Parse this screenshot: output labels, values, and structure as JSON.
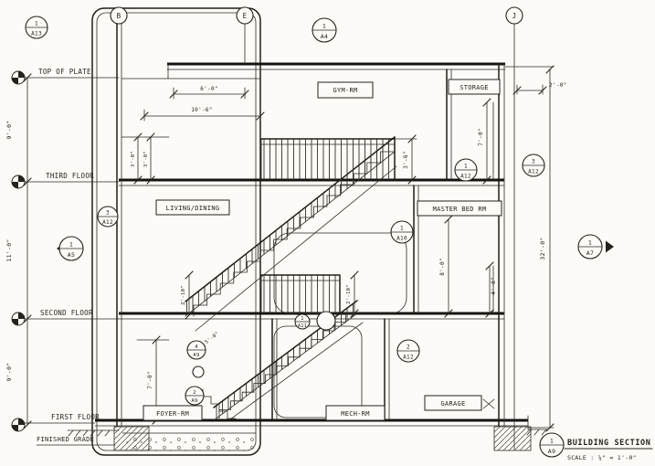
{
  "drawing": {
    "levels": {
      "top_of_plate": "TOP OF PLATE",
      "third": "THIRD FLOOR",
      "second": "SECOND FLOOR",
      "first": "FIRST FLOOR",
      "grade": "FINISHED GRADE"
    },
    "grid": {
      "b": "B",
      "e": "E",
      "j": "J"
    },
    "rooms": {
      "gym": "GYM-RM",
      "storage": "STORAGE",
      "living": "LIVING/DINING",
      "master": "MASTER BED RM",
      "foyer": "FOYER-RM",
      "mech": "MECH-RM",
      "garage": "GARAGE"
    },
    "refs": {
      "a13": {
        "num": "1",
        "sheet": "A13"
      },
      "a4": {
        "num": "1",
        "sheet": "A4"
      },
      "a5": {
        "num": "1",
        "sheet": "A5"
      },
      "a7": {
        "num": "1",
        "sheet": "A7"
      },
      "a12_left": {
        "num": "3",
        "sheet": "A12"
      },
      "a12_mid": {
        "num": "1",
        "sheet": "A12"
      },
      "a12_right": {
        "num": "3",
        "sheet": "A12"
      },
      "a12_lower": {
        "num": "2",
        "sheet": "A12"
      },
      "a10": {
        "num": "1",
        "sheet": "A10"
      },
      "a11": {
        "num": "1",
        "sheet": "A11"
      },
      "a9_upper": {
        "num": "4",
        "sheet": "A9"
      },
      "a9_lower": {
        "num": "2",
        "sheet": "A9"
      },
      "a9_title": {
        "num": "1",
        "sheet": "A9"
      }
    },
    "dims": {
      "left_upper": "9'-0\"",
      "left_mid": "11'-0\"",
      "left_lower": "9'-0\"",
      "right_total": "32'-0\"",
      "gym_width": "6'-0\"",
      "gym_depth": "10'-6\"",
      "storage_offset": "2'-0\"",
      "third_sill_a": "3'-0\"",
      "third_sill_b": "3'-0\"",
      "rail_third": "3'-6\"",
      "storage_door": "7'-0\"",
      "master_ceiling": "8'-0\"",
      "master_window": "4'-0\"",
      "rail_left": "2'-10\"",
      "rail_right": "2'-10\"",
      "foyer_door": "7'-0\"",
      "stair_width": "5'-0\""
    },
    "title_block": {
      "title": "BUILDING SECTION",
      "scale": "SCALE : ¼\" = 1'-0\""
    }
  }
}
